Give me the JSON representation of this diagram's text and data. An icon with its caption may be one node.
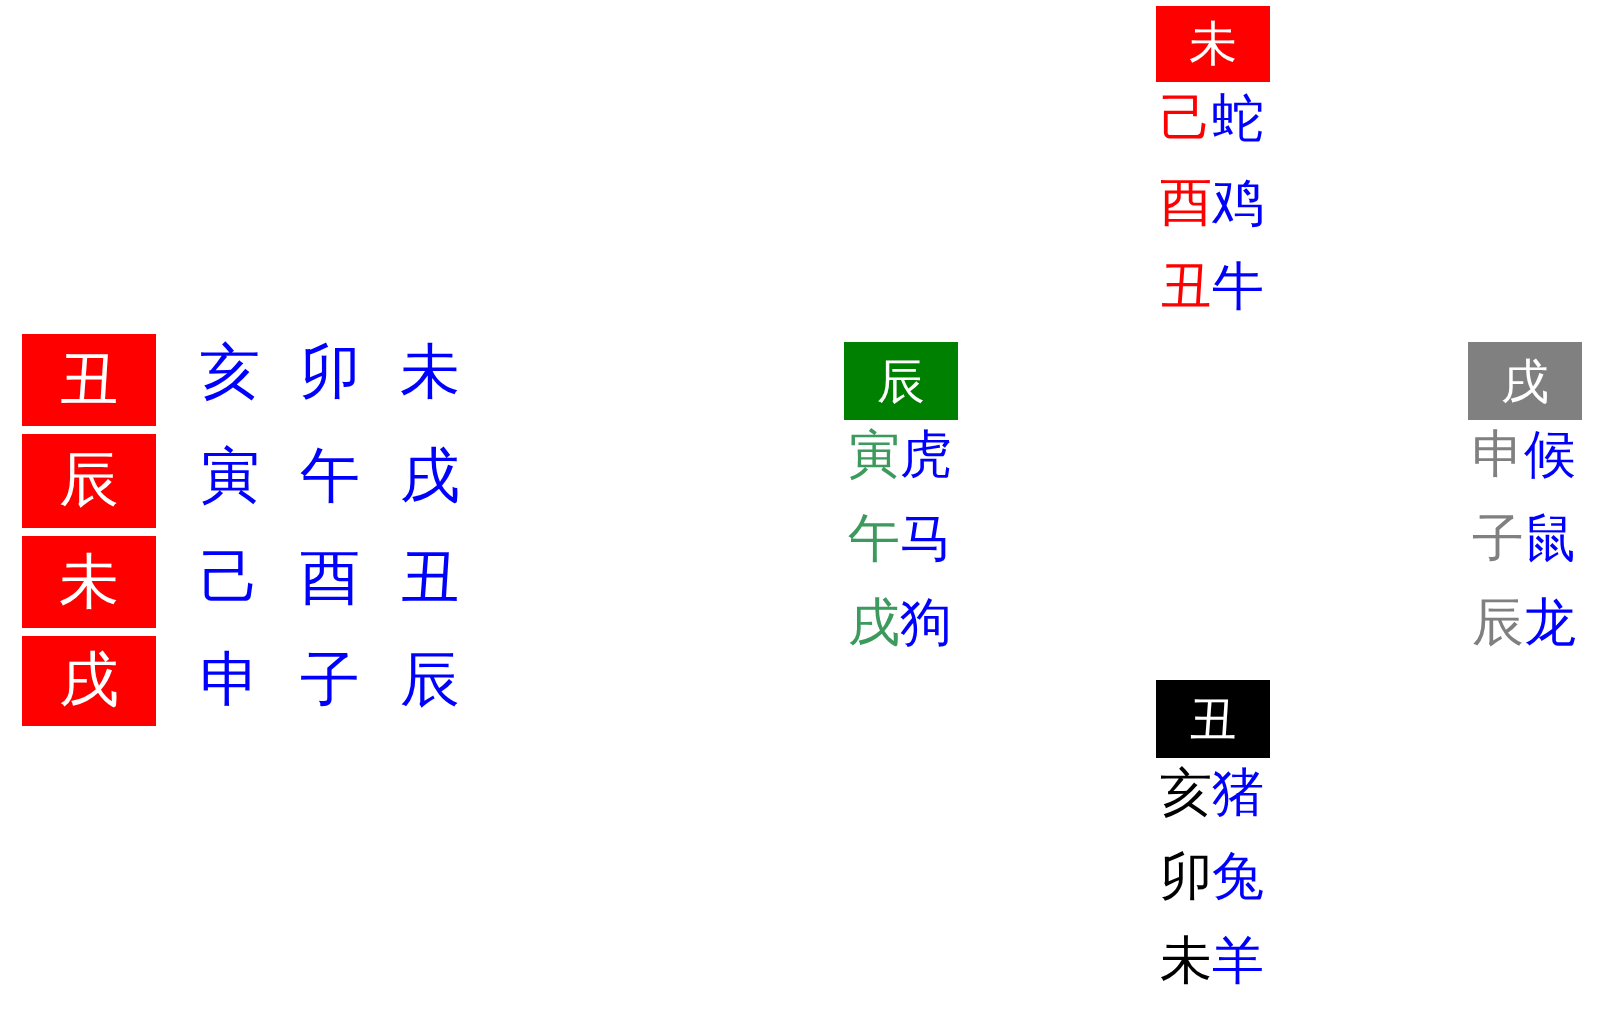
{
  "diagram": {
    "nodes": [
      {
        "text": [
          "丑"
        ]
      },
      {
        "text": [
          "辰"
        ]
      },
      {
        "text": [
          "未"
        ]
      },
      {
        "text": [
          "戌"
        ]
      },
      {
        "text": [
          "未"
        ],
        "beside": [
          "己蛇",
          "酉鸡",
          "丑牛"
        ]
      },
      {
        "text": [
          "辰"
        ],
        "beside": [
          "寅虎",
          "午马",
          "戌狗"
        ]
      },
      {
        "text": [
          "戌"
        ],
        "beside": [
          "申候",
          "子鼠",
          "辰龙"
        ]
      },
      {
        "text": [
          "丑"
        ],
        "beside": [
          "亥猪",
          "卯兔",
          "未羊"
        ]
      }
    ],
    "labels": [
      "亥",
      "卯",
      "未",
      "寅",
      "午",
      "戌",
      "己",
      "酉",
      "丑",
      "申",
      "子",
      "辰"
    ]
  }
}
